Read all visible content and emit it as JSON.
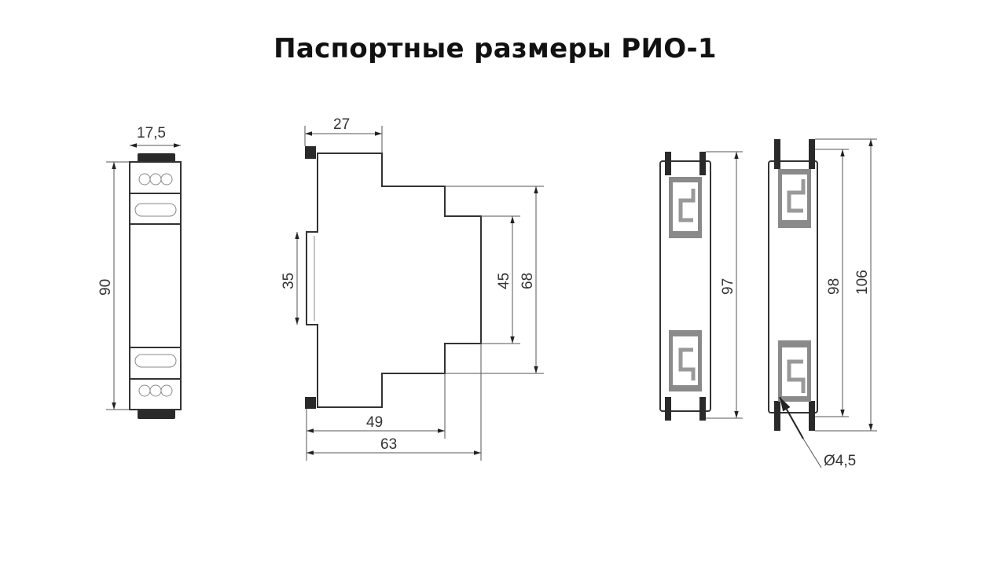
{
  "title": "Паспортные размеры РИО-1",
  "front_view": {
    "width": "17,5",
    "height": "90"
  },
  "side_view": {
    "top_depth": "27",
    "rail_height": "35",
    "front_height": "45",
    "middle_height": "68",
    "middle_depth": "49",
    "total_depth": "63"
  },
  "back_views": {
    "height_a": "97",
    "height_b": "98",
    "height_c": "106",
    "hole_diameter": "Ø4,5"
  }
}
